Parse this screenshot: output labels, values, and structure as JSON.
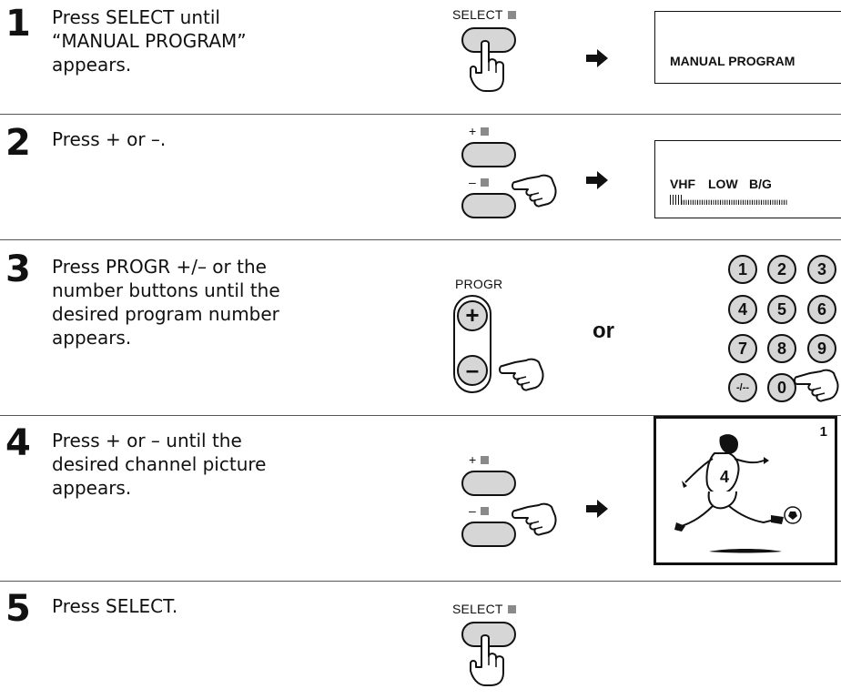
{
  "steps": [
    {
      "number": "1",
      "text": "Press SELECT until\n“MANUAL PROGRAM”\nappears."
    },
    {
      "number": "2",
      "text": "Press + or –."
    },
    {
      "number": "3",
      "text": "Press PROGR +/– or the\nnumber buttons until the\ndesired program number\nappears."
    },
    {
      "number": "4",
      "text": "Press + or – until the\ndesired channel picture\nappears."
    },
    {
      "number": "5",
      "text": "Press SELECT."
    }
  ],
  "labels": {
    "select": "SELECT",
    "plus": "+",
    "minus": "–",
    "progr": "PROGR",
    "or": "or"
  },
  "screens": {
    "manual_program": "MANUAL PROGRAM",
    "vhf": "VHF",
    "low": "LOW",
    "bg": "B/G",
    "program_number": "1",
    "player_number": "4",
    "tuning_level": 0.1
  },
  "keypad": [
    "1",
    "2",
    "3",
    "4",
    "5",
    "6",
    "7",
    "8",
    "9",
    "-/--",
    "0"
  ],
  "icons": {
    "arrow": "right-arrow-icon",
    "hand": "pointing-hand-icon"
  }
}
